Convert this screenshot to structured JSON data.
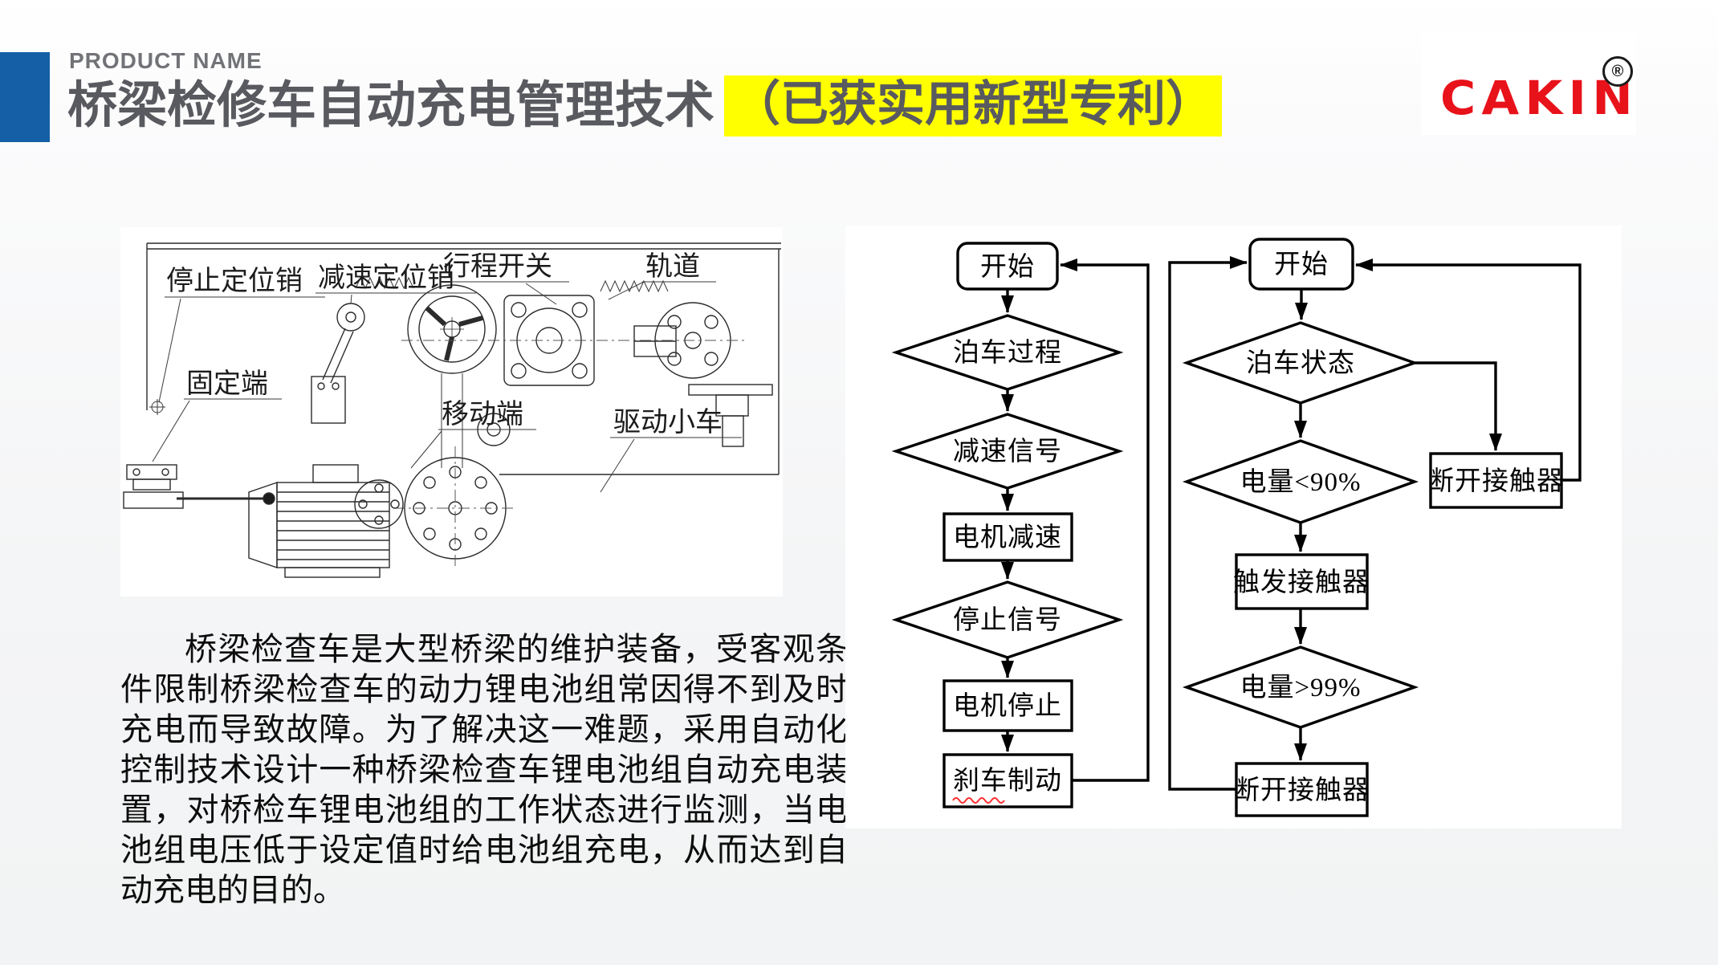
{
  "header": {
    "eyebrow": "PRODUCT NAME",
    "title": "桥梁检修车自动充电管理技术",
    "highlight": "（已获实用新型专利）",
    "logo": "CAKIN",
    "reg": "®"
  },
  "colors": {
    "accent_blue": "#145fa5",
    "highlight_yellow": "#ffff00",
    "logo_red": "#e8121a",
    "title_gray": "#595a5f"
  },
  "drawing": {
    "labels": {
      "stop_pin": "停止定位销",
      "slow_pin": "减速定位销",
      "travel_switch": "行程开关",
      "rail": "轨道",
      "fixed_end": "固定端",
      "mobile_end": "移动端",
      "drive_trolley": "驱动小车"
    }
  },
  "paragraph": {
    "text": "桥梁检查车是大型桥梁的维护装备，受客观条件限制桥梁检查车的动力锂电池组常因得不到及时充电而导致故障。为了解决这一难题，采用自动化控制技术设计一种桥梁检查车锂电池组自动充电装置，对桥检车锂电池组的工作状态进行监测，当电池组电压低于设定值时给电池组充电，从而达到自动充电的目的。"
  },
  "flow_left": {
    "start": "开始",
    "d1": "泊车过程",
    "d2": "减速信号",
    "r1": "电机减速",
    "d3": "停止信号",
    "r2": "电机停止",
    "r3": "刹车制动"
  },
  "flow_right": {
    "start": "开始",
    "d1": "泊车状态",
    "d2": "电量<90%",
    "r1": "触发接触器",
    "d3": "电量>99%",
    "r2": "断开接触器",
    "side": "断开接触器"
  }
}
